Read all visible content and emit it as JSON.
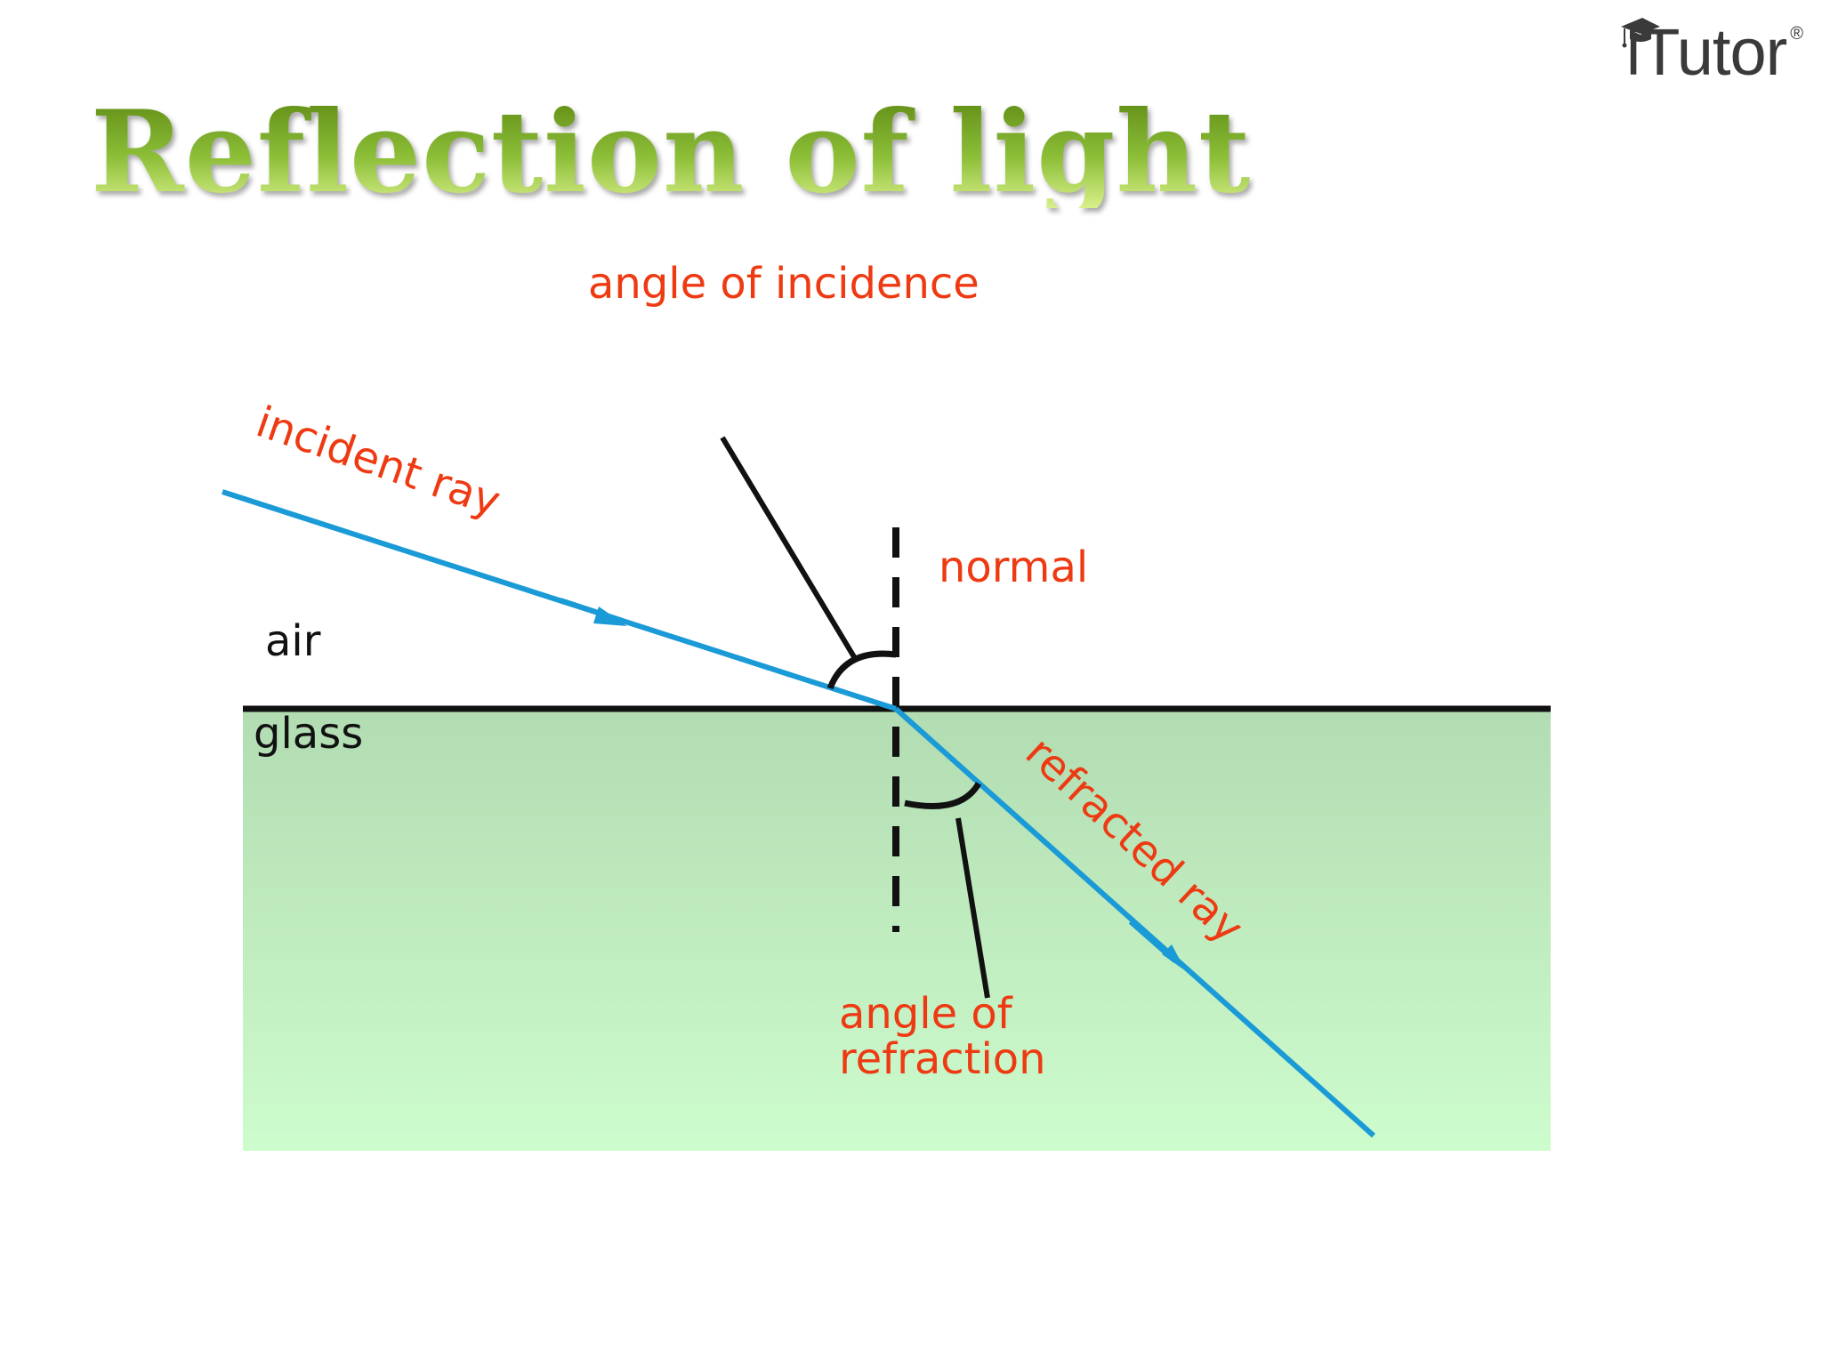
{
  "logo": {
    "text": "iTutor",
    "registered": "®",
    "icon": "graduation-cap-icon"
  },
  "title": "Reflection of light",
  "diagram": {
    "media_top": "air",
    "media_bottom": "glass",
    "labels": {
      "angle_incidence": "angle of incidence",
      "incident_ray": "incident ray",
      "normal": "normal",
      "refracted_ray": "refracted ray",
      "angle_refraction_line1": "angle of",
      "angle_refraction_line2": "refraction"
    },
    "colors": {
      "ray": "#1a9ad6",
      "label": "#ee3a12",
      "glass_top": "#b2dcb2",
      "glass_bottom": "#cdfccd",
      "line": "#111111"
    }
  }
}
